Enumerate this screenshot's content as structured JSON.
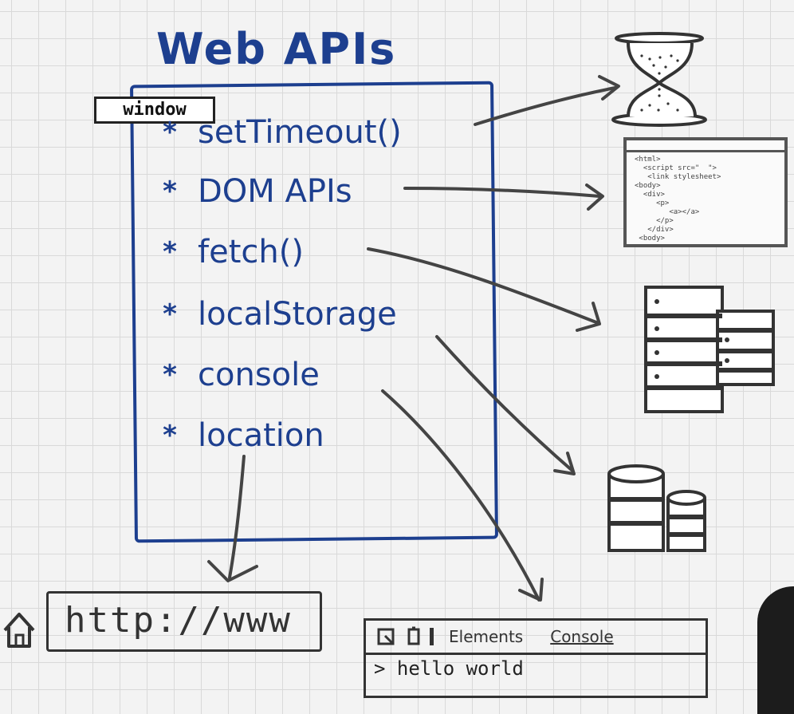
{
  "title": "Web APIs",
  "window_label": "window",
  "apis": [
    {
      "label": "setTimeout()"
    },
    {
      "label": "DOM APIs"
    },
    {
      "label": "fetch()"
    },
    {
      "label": "localStorage"
    },
    {
      "label": "console"
    },
    {
      "label": "location"
    }
  ],
  "bullet": "*",
  "url_text": "http://www",
  "devtools": {
    "tabs": [
      "Elements",
      "Console"
    ],
    "active_tab": "Console",
    "output": "> hello world"
  },
  "code_snippet": "<html>\n  <script src=\"  \">\n   <link stylesheet>\n<body>\n  <div>\n     <p>\n        <a></a>\n     </p>\n   </div>\n <body>",
  "icons": [
    "hourglass-icon",
    "code-window-icon",
    "server-icon",
    "database-icon",
    "home-icon"
  ],
  "colors": {
    "ink_blue": "#1d3f8f",
    "ink_gray": "#555555",
    "grid": "#d9d9d9"
  }
}
